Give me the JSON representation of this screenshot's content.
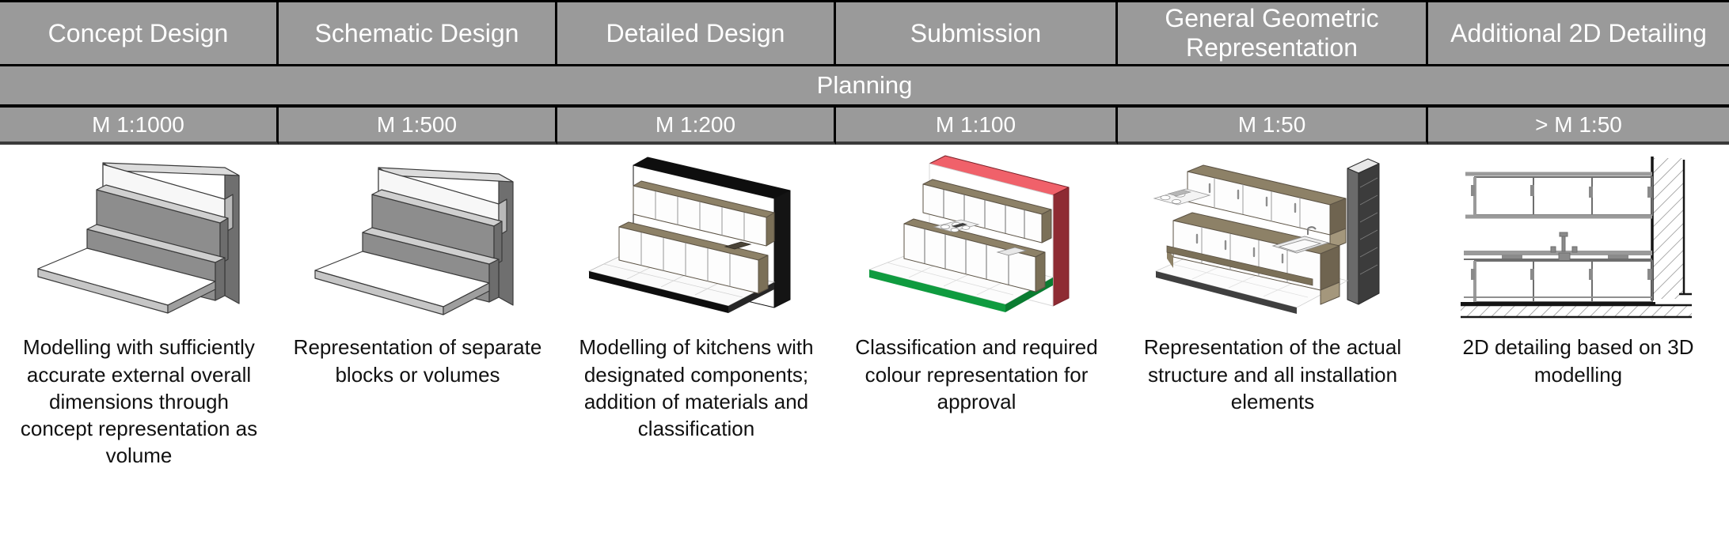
{
  "title": "BIM Level of Detail / Level of Development matrix for kitchen planning",
  "header": {
    "phases": [
      "Concept Design",
      "Schematic Design",
      "Detailed Design",
      "Submission",
      "General Geometric Representation",
      "Additional 2D Detailing"
    ]
  },
  "planning_row": {
    "label": "Planning"
  },
  "scale_row": {
    "scales": [
      "M 1:1000",
      "M 1:500",
      "M 1:200",
      "M 1:100",
      "M 1:50",
      "> M 1:50"
    ]
  },
  "columns": [
    {
      "phase": "Concept Design",
      "scale": "M 1:1000",
      "illustration": "isometric-massing-volume-blocks",
      "caption": "Modelling with sufficiently accurate external overall dimensions through concept representation as volume"
    },
    {
      "phase": "Schematic Design",
      "scale": "M 1:500",
      "illustration": "isometric-separate-blocks-volumes",
      "caption": "Representation of separate blocks or volumes"
    },
    {
      "phase": "Detailed Design",
      "scale": "M 1:200",
      "illustration": "isometric-kitchen-components-materials",
      "caption": "Modelling of kitchens with designated components; addition of materials and classification"
    },
    {
      "phase": "Submission",
      "scale": "M 1:100",
      "illustration": "isometric-kitchen-colour-classification",
      "caption": "Classification and required colour representation for approval"
    },
    {
      "phase": "General Geometric Representation",
      "scale": "M 1:50",
      "illustration": "isometric-kitchen-full-detail-installation",
      "caption": "Representation of the actual structure and all installation elements"
    },
    {
      "phase": "Additional 2D Detailing",
      "scale": "> M 1:50",
      "illustration": "2d-elevation-kitchen-hatched-wall-floor",
      "caption": "2D detailing based on 3D modelling"
    }
  ],
  "colors": {
    "header_grey": "#9a9a9a",
    "header_text": "#ffffff",
    "border_black": "#000000",
    "caption_text": "#111111",
    "block_dark_grey": "#8d8d8d",
    "block_mid_grey": "#b0b0b0",
    "block_light_grey": "#d8d8d8",
    "worktop_brown": "#8d8167",
    "worktop_brown_light": "#a59a80",
    "classification_red": "#f0616a",
    "classification_red_dark": "#8e2b33",
    "classification_green": "#0f9b3f",
    "cabinet_white": "#fbfbfb",
    "outline_black": "#111111"
  }
}
